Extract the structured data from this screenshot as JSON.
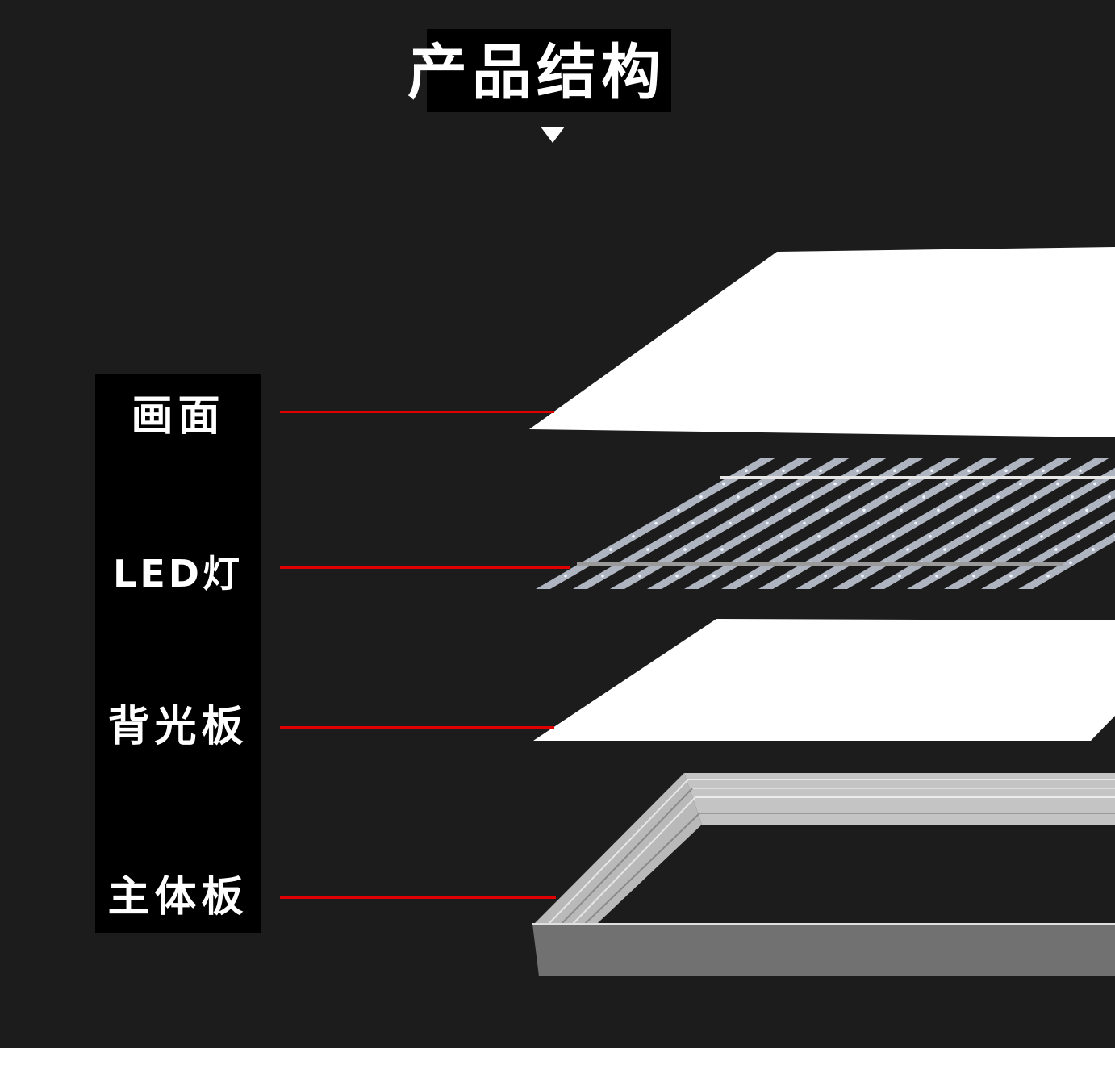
{
  "title": "产品结构",
  "layers": [
    {
      "id": "picture",
      "label": "画面"
    },
    {
      "id": "led",
      "label": "LED灯"
    },
    {
      "id": "backlight",
      "label": "背光板"
    },
    {
      "id": "body",
      "label": "主体板"
    }
  ],
  "colors": {
    "background": "#1c1c1c",
    "panel": "#000000",
    "text": "#ffffff",
    "leader_line": "#e00000",
    "sheet": "#ffffff",
    "frame_top": "#c8c8c8",
    "frame_side": "#7a7a7a"
  },
  "icons": {
    "title_marker": "down-triangle-icon"
  }
}
